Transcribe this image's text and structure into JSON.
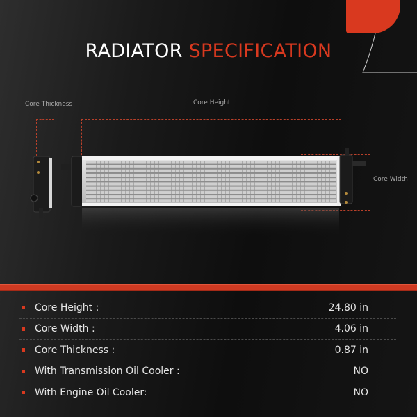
{
  "header": {
    "title_part1": "RADIATOR",
    "title_part2": "SPECIFICATION",
    "accent_color": "#d9391f"
  },
  "diagram": {
    "labels": {
      "core_thickness": "Core Thickness",
      "core_height": "Core Height",
      "core_width": "Core Width"
    }
  },
  "specs": {
    "rows": [
      {
        "label": "Core Height :",
        "value": "24.80 in"
      },
      {
        "label": "Core Width :",
        "value": "4.06 in"
      },
      {
        "label": "Core Thickness :",
        "value": "0.87 in"
      },
      {
        "label": "With Transmission Oil Cooler :",
        "value": "NO"
      },
      {
        "label": "With Engine Oil Cooler:",
        "value": "NO"
      }
    ]
  }
}
